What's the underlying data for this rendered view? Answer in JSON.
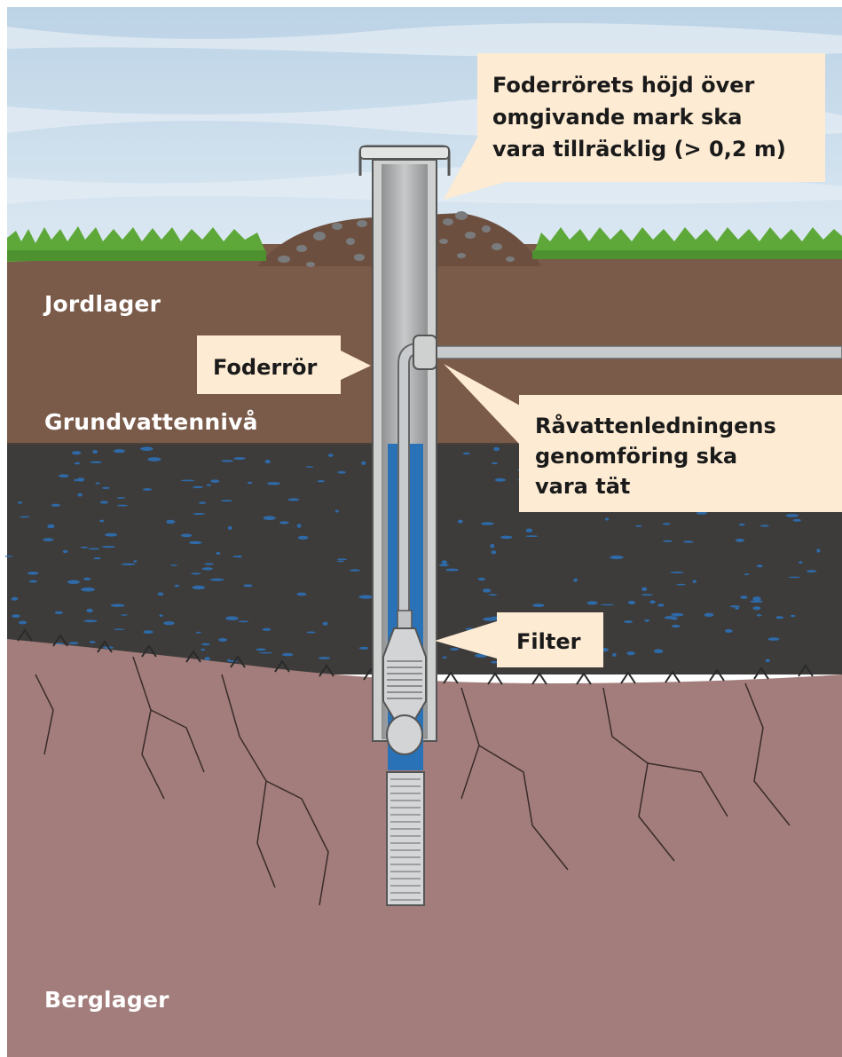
{
  "layers": {
    "soil": "Jordlager",
    "groundwater": "Grundvattennivå",
    "bedrock": "Berglager"
  },
  "callouts": {
    "casing_height": [
      "Foderrörets höjd över",
      "omgivande mark ska",
      "vara tillräcklig (> 0,2 m)"
    ],
    "casing": "Foderrör",
    "pipe_seal": [
      "Råvattenledningens",
      "genomföring ska",
      "vara tät"
    ],
    "filter": "Filter"
  },
  "colors": {
    "sky": "#c9dcec",
    "soil": "#7a5a49",
    "aquifer": "#3d3c3b",
    "bedrock": "#a27d7b",
    "grass": "#5ea83a",
    "water": "#2a72b8",
    "callout": "#fdebd3",
    "casing": "#cfd0d0"
  }
}
